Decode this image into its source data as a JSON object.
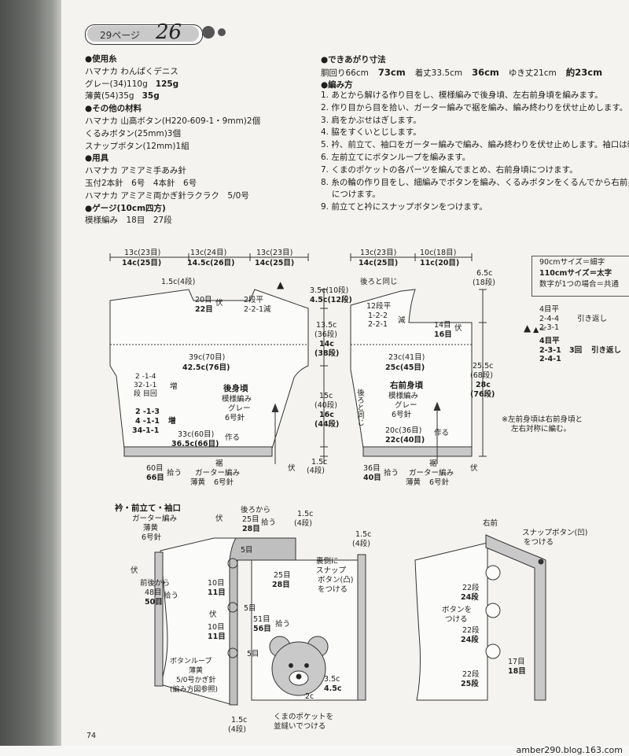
{
  "header": {
    "page_ref": "29ページ",
    "pattern_no": "26"
  },
  "materials": [
    {
      "text": "●使用糸",
      "bold": true
    },
    {
      "text": "ハマナカ わんぱくデニス"
    },
    {
      "text": "グレー(34)110g",
      "bold_part": "125g"
    },
    {
      "text": "薄黄(54)35g",
      "bold_part": "35g"
    },
    {
      "text": "●その他の材料",
      "bold": true
    },
    {
      "text": "ハマナカ 山高ボタン(H220-609-1・9mm)2個"
    },
    {
      "text": "くるみボタン(25mm)3個"
    },
    {
      "text": "スナップボタン(12mm)1組"
    },
    {
      "text": "●用具",
      "bold": true
    },
    {
      "text": "ハマナカ アミアミ手あみ針"
    },
    {
      "text": "玉付2本針　6号　4本針　6号"
    },
    {
      "text": "ハマナカ アミアミ両かぎ針ラクラク　5/0号"
    },
    {
      "text": "●ゲージ(10cm四方)",
      "bold": true
    },
    {
      "text": "模様編み　18目　27段"
    }
  ],
  "finished": {
    "title": "●できあがり寸法",
    "line": [
      {
        "text": "胴回り66cm"
      },
      {
        "text": "73cm",
        "bold": true
      },
      {
        "text": "着丈33.5cm"
      },
      {
        "text": "36cm",
        "bold": true
      },
      {
        "text": "ゆき丈21cm"
      },
      {
        "text": "約23cm",
        "bold": true
      }
    ]
  },
  "method": {
    "title": "●編み方",
    "steps": [
      "1. あとから解ける作り目をし、模様編みで後身頃、左右前身頃を編みます。",
      "2. 作り目から目を拾い、ガーター編みで裾を編み、編み終わりを伏せ止めします。",
      "3. 肩をかぶせはぎします。",
      "4. 脇をすくいとじします。",
      "5. 衿、前立て、袖口をガーター編みで編み、編み終わりを伏せ止めします。袖口は輪",
      "6. 左前立てにボタンループを編みます。",
      "7. くまのポケットの各パーツを編んでまとめ、右前身頃につけます。",
      "8. 糸の輪の作り目をし、細編みでボタンを編み、くるみボタンをくるんでから右前身",
      "　 につけます。",
      "9. 前立てと衿にスナップボタンをつけます。"
    ]
  },
  "size_note": {
    "line1": "90cmサイズ＝細字",
    "line2": "110cmサイズ＝太字",
    "line3": "数字が1つの場合＝共通"
  },
  "back": {
    "top": [
      {
        "a": "13c(23目)",
        "b": "14c(25目)"
      },
      {
        "a": "13c(24目)",
        "b": "14.5c(26目)"
      },
      {
        "a": "13c(23目)",
        "b": "14c(25目)"
      }
    ],
    "neck_rows": "1.5c(4段)",
    "neck_a": "20目",
    "neck_b": "22目",
    "fuse": "伏",
    "neck_dec_a": "2段平",
    "neck_dec_b": "2-2-1減",
    "width_a": "39c(70目)",
    "width_b": "42.5c(76目)",
    "inc1": [
      "2 -1-4",
      "32-1-1",
      "段 目回"
    ],
    "inc_label": "増",
    "inc2": [
      "2 -1-3",
      "4 -1-1",
      "34-1-1"
    ],
    "name": "後身頃",
    "pattern": "模様編み",
    "color": "グレー",
    "needle": "6号針",
    "bottom_a": "33c(60目)",
    "bottom_b": "36.5c(66目)",
    "make": "作る",
    "pick_a": "60目",
    "pick_b": "66目",
    "pick": "拾う",
    "hem": "裾",
    "hem_st": "ガーター編み",
    "hem_color": "薄黄",
    "hem_needle": "6号針"
  },
  "center_dims": {
    "shoulder_a": "3.5c(10段)",
    "shoulder_b": "4.5c(12段)",
    "arm_a": "13.5c",
    "arm_b": "(36段)",
    "arm_c": "14c",
    "arm_d": "(38段)",
    "side_a": "15c",
    "side_b": "(40段)",
    "side_c": "16c",
    "side_d": "(44段)",
    "hem_a": "1.5c",
    "hem_b": "(4段)",
    "fuse": "伏"
  },
  "front": {
    "top": [
      {
        "a": "13c(23目)",
        "b": "14c(25目)"
      },
      {
        "a": "10c(18目)",
        "b": "11c(20目)"
      }
    ],
    "same_back": "後ろと同じ",
    "neck_a": "12段平",
    "neck_b": "1-2-2",
    "neck_c": "2-2-1",
    "neck_d": "減",
    "neck_sts_a": "14目",
    "neck_sts_b": "16目",
    "fuse": "伏",
    "right_a": "6.5c",
    "right_b": "(18段)",
    "len_a": "25.5c",
    "len_b": "(68段)",
    "len_c": "28c",
    "len_d": "(76段)",
    "width_a": "23c(41目)",
    "width_b": "25c(45目)",
    "name": "右前身頃",
    "pattern": "模様編み",
    "color": "グレー",
    "needle": "6号針",
    "side_same": "後ろと同じ",
    "bottom_a": "20c(36目)",
    "bottom_b": "22c(40目)",
    "make": "作る",
    "pick_a": "36目",
    "pick_b": "40目",
    "pick": "拾う",
    "hem": "裾",
    "hem_st": "ガーター編み",
    "hem_color": "薄黄",
    "hem_needle": "6号針"
  },
  "shape_key": {
    "r1": "4目平",
    "r2": "2-4-4",
    "r3": "2-3-1",
    "label1": "引き返し",
    "r4": "4目平",
    "r5": "2-3-1",
    "r6": "2-4-1",
    "times": "3回",
    "label2": "引き返し",
    "marker": "▲＝"
  },
  "left_note": {
    "l1": "※左前身頃は右前身頃と",
    "l2": "左右対称に編む。"
  },
  "collar": {
    "title": "衿・前立て・袖口",
    "st": "ガーター編み",
    "color": "薄黄",
    "needle": "6号針",
    "fuse": "伏",
    "from_back": "後ろから",
    "back_a": "25目",
    "back_b": "28目",
    "pick": "拾う",
    "c_a": "1.5c",
    "c_b": "(4段)",
    "front_from": "前後から",
    "front_a": "48目",
    "front_b": "50目",
    "five": "5目",
    "loop_a": "10目",
    "loop_b": "11目",
    "snap": [
      "裏側に",
      "スナップ",
      "ボタン(凸)",
      "をつける"
    ],
    "mid_a": "25目",
    "mid_b": "28目",
    "fifty_a": "51目",
    "fifty_b": "56目",
    "loop_label": [
      "ボタンループ",
      "薄黄",
      "5/0号かぎ針",
      "(編み方図参照)"
    ],
    "pocket": [
      "くまのポケットを",
      "並縫いでつける"
    ],
    "two": "2c",
    "pocket_h_a": "3.5c",
    "pocket_h_b": "4.5c",
    "cuff_a": "1.5c",
    "cuff_b": "(4段)",
    "bot_a": "1.5c",
    "bot_b": "(4段)",
    "page_no": "74"
  },
  "right_front": {
    "label": "右前",
    "snap": [
      "スナップボタン(凹)",
      "をつける"
    ],
    "g1_a": "22段",
    "g1_b": "24段",
    "button": [
      "ボタンを",
      "つける"
    ],
    "g2_a": "22段",
    "g2_b": "24段",
    "g3_a": "22段",
    "g3_b": "25段",
    "st_a": "17目",
    "st_b": "18目"
  },
  "footer": {
    "url": "amber290.blog.163.com"
  },
  "colors": {
    "paper": "#f4f3ef",
    "shade": "#c9c9c9",
    "line": "#333333"
  }
}
